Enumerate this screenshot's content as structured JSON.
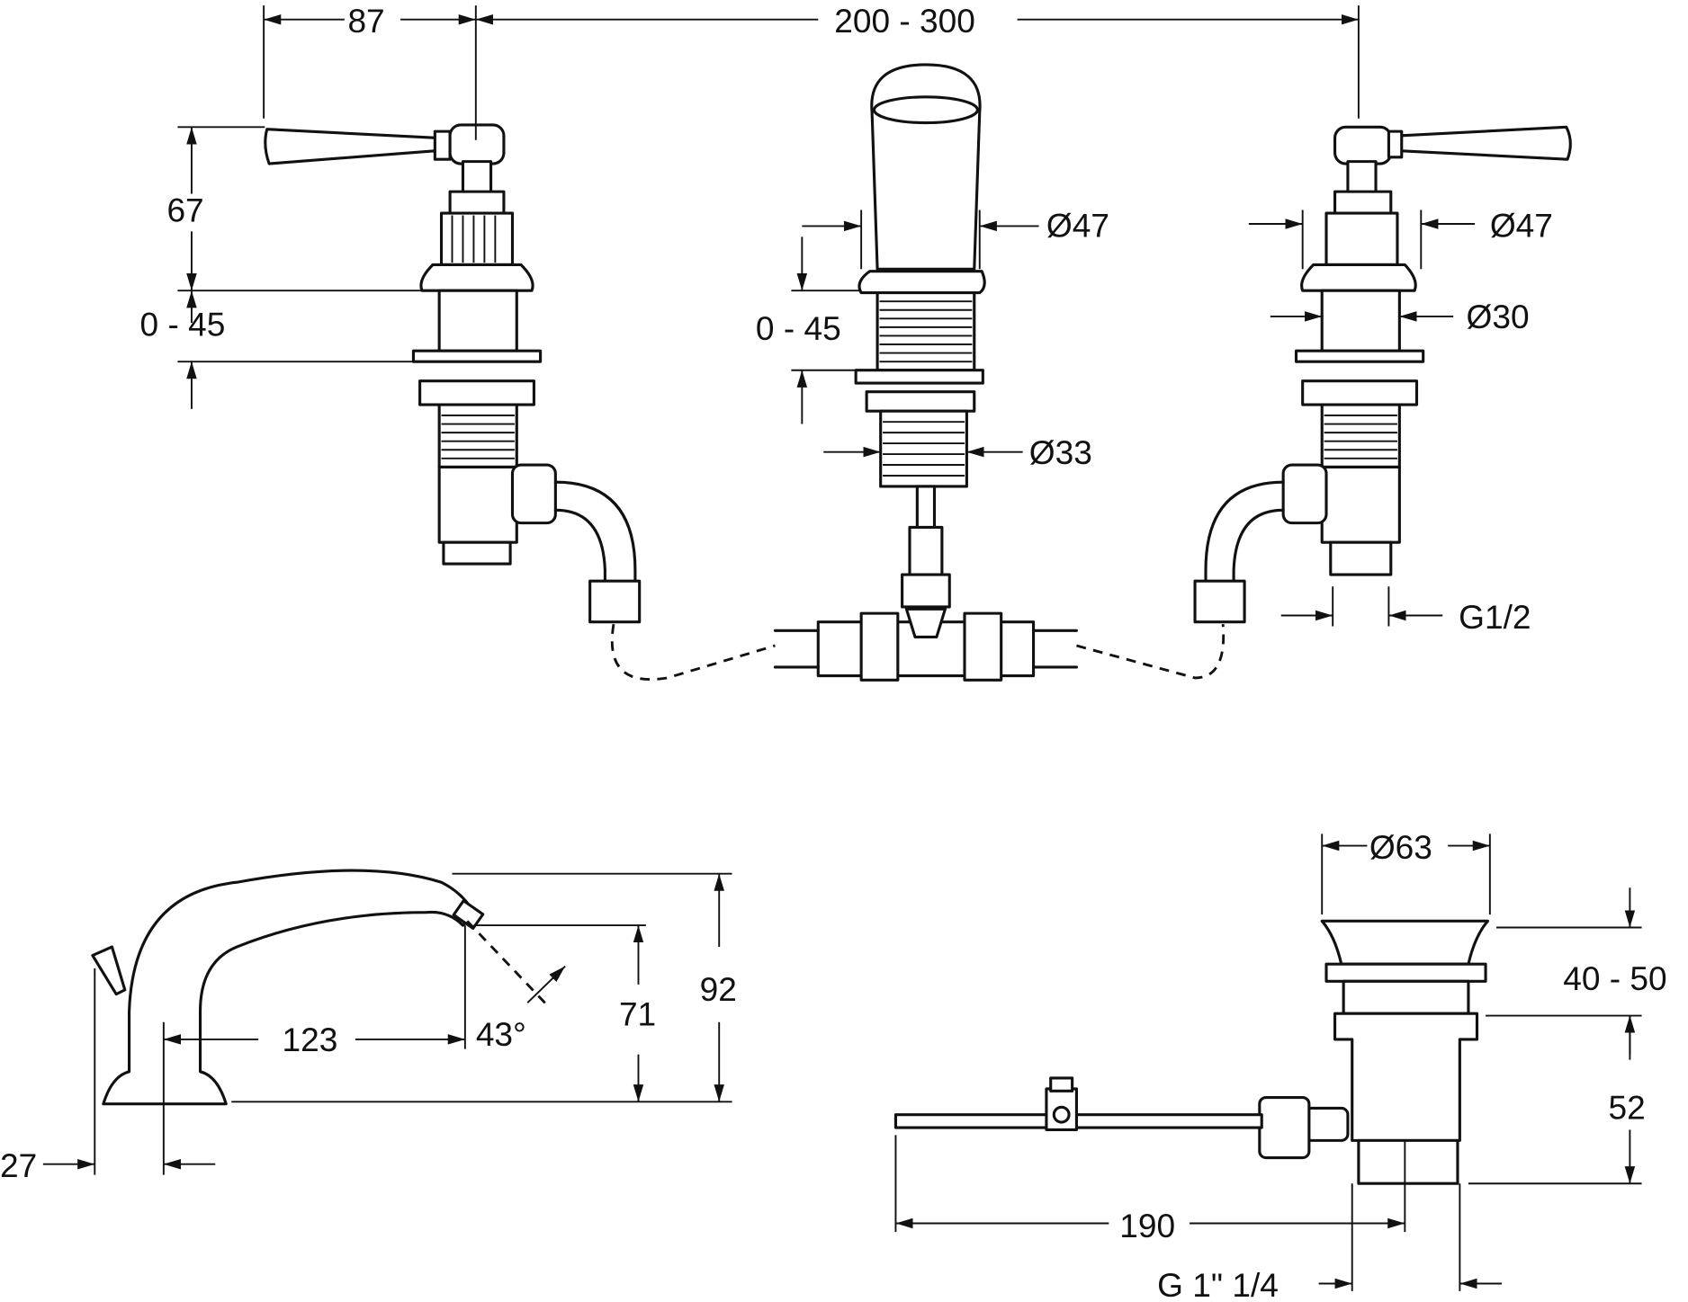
{
  "dimensions": {
    "handle_offset": "87",
    "spacing": "200 - 300",
    "handle_height": "67",
    "deck_left": "0 - 45",
    "spout_diameter": "Ø47",
    "deck_center": "0 - 45",
    "right_diameter": "Ø47",
    "right_shank": "Ø30",
    "center_shank": "Ø33",
    "thread": "G1/2",
    "spout_reach": "123",
    "spout_angle": "43°",
    "outlet_height": "71",
    "total_height": "92",
    "base_offset": "27",
    "waste_diameter": "Ø63",
    "plug_range": "40 - 50",
    "waste_height": "52",
    "rod_length": "190",
    "waste_thread": "G 1\" 1/4"
  }
}
